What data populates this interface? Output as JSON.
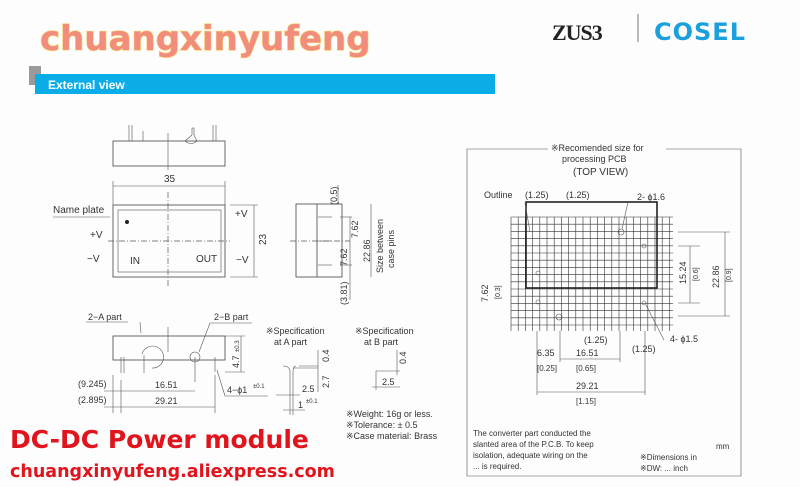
{
  "header": {
    "model": "ZUS3",
    "brand_logo": "COSEL",
    "brand_color": "#1AA0DC"
  },
  "section": {
    "title": "External view",
    "bar_color": "#0AADE8"
  },
  "front_view": {
    "width_dim": "35",
    "height_dim": "23",
    "name_plate": "Name plate",
    "plus_v_in": "+V",
    "minus_v_in": "−V",
    "in_label": "IN",
    "out_label": "OUT",
    "plus_v_out": "+V",
    "minus_v_out": "−V"
  },
  "side_view": {
    "top_gap": "(0.5)",
    "pitch_1": "7.62",
    "pitch_2": "7.62",
    "span": "22.86",
    "span_note_1": "Size between",
    "span_note_2": "case pins",
    "bottom_gap": "(3.81)"
  },
  "bottom_view": {
    "part_a": "2−A part",
    "part_b": "2−B part",
    "height": "4.7",
    "height_tol": "±0.3",
    "offset_1": "(9.245)",
    "offset_2": "(2.895)",
    "pitch": "16.51",
    "span": "29.21",
    "pins": "4−ϕ1",
    "pins_tol": "±0.1"
  },
  "spec_a": {
    "title_1": "※Specification",
    "title_2": "at A part",
    "d1": "0.4",
    "d2": "2.7",
    "d3": "2.5",
    "d4": "1",
    "d4_tol": "±0.1"
  },
  "spec_b": {
    "title_1": "※Specification",
    "title_2": "at B part",
    "d1": "0.4",
    "d2": "2.5"
  },
  "notes": [
    "※Weight: 16g or less.",
    "※Tolerance: ± 0.5",
    "※Case material: Brass"
  ],
  "pcb": {
    "title_1": "※Recomended size for",
    "title_2": "processing PCB",
    "title_3": "(TOP VIEW)",
    "outline": "Outline",
    "gap_1": "(1.25)",
    "gap_2": "(1.25)",
    "holes_a": "2- ϕ1.6",
    "holes_b": "4- ϕ1.5",
    "dim_v1": "15.24",
    "dim_v1_in": "[0.6]",
    "dim_v2": "22.86",
    "dim_v2_in": "[0.9]",
    "dim_left": "7.62",
    "dim_left_in": "[0.3]",
    "gap_3": "(1.25)",
    "gap_4": "(1.25)",
    "dim_h1": "6.35",
    "dim_h1_in": "[0.25]",
    "dim_h2": "16.51",
    "dim_h2_in": "[0.65]",
    "dim_h3": "29.21",
    "dim_h3_in": "[1.15]",
    "note_1": "The converter part conducted the",
    "note_2": "slanted area of the P.C.B. To keep",
    "note_3": "isolation, adequate wiring on the",
    "note_4": "... is required.",
    "dim_note_1": "※Dimensions in",
    "dim_note_unit": "mm",
    "dim_note_2": "※DW: ... inch"
  },
  "watermark": {
    "name": "chuangxinyufeng",
    "product": "DC-DC Power module",
    "store": "chuangxinyufeng.aliexpress.com",
    "color_name": "#F28C7C",
    "color_red": "#E0141C"
  }
}
